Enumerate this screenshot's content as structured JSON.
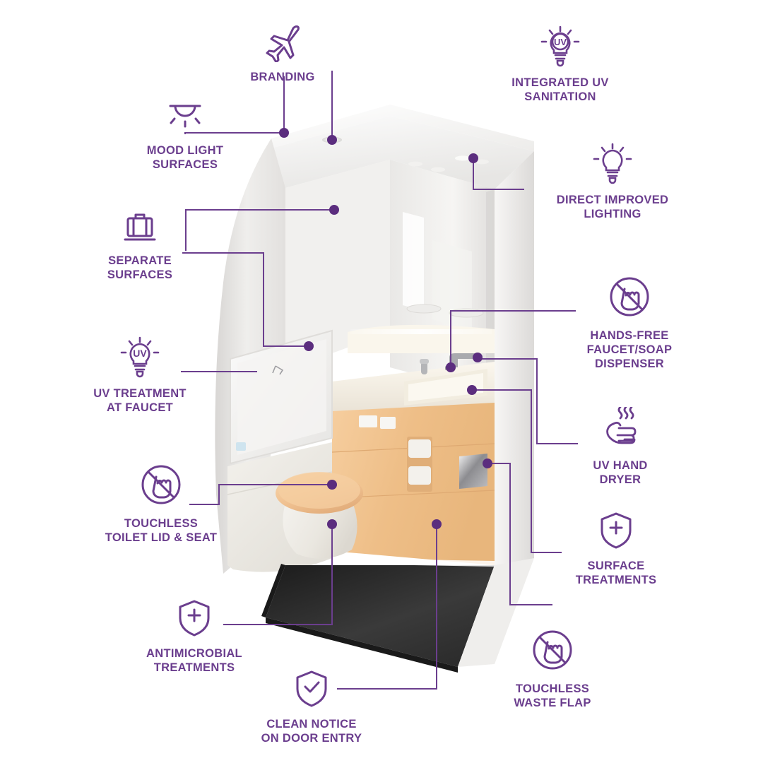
{
  "theme": {
    "accent": "#6B3E8E",
    "line": "#6B3E8E",
    "background": "#FFFFFF",
    "shell_light": "#F2F1F0",
    "shell_mid": "#E4E3E1",
    "shell_shadow": "#D2D0CE",
    "wood": "#F0C08E",
    "floor_dark": "#2B2B2B",
    "seat_tan": "#F3C99A"
  },
  "diagram": {
    "subject": "aircraft-lavatory-3d-render",
    "callouts": [
      {
        "id": "branding",
        "icon": "airplane-icon",
        "label": "BRANDING"
      },
      {
        "id": "integrated-uv",
        "icon": "uv-lightbulb-icon",
        "label": "INTEGRATED UV\nSANITATION"
      },
      {
        "id": "mood-light",
        "icon": "ceiling-light-icon",
        "label": "MOOD LIGHT\nSURFACES"
      },
      {
        "id": "direct-lighting",
        "icon": "lightbulb-icon",
        "label": "DIRECT IMPROVED\nLIGHTING"
      },
      {
        "id": "separate-surfaces",
        "icon": "suitcase-icon",
        "label": "SEPARATE\nSURFACES"
      },
      {
        "id": "hands-free-faucet",
        "icon": "no-touch-hand-icon",
        "label": "HANDS-FREE\nFAUCET/SOAP\nDISPENSER"
      },
      {
        "id": "uv-treatment-faucet",
        "icon": "uv-lightbulb-icon",
        "label": "UV TREATMENT\nAT FAUCET"
      },
      {
        "id": "uv-hand-dryer",
        "icon": "hand-dryer-icon",
        "label": "UV HAND\nDRYER"
      },
      {
        "id": "touchless-toilet",
        "icon": "no-touch-hand-icon",
        "label": "TOUCHLESS\nTOILET LID & SEAT"
      },
      {
        "id": "surface-treatments",
        "icon": "shield-plus-icon",
        "label": "SURFACE\nTREATMENTS"
      },
      {
        "id": "antimicrobial",
        "icon": "shield-plus-icon",
        "label": "ANTIMICROBIAL\nTREATMENTS"
      },
      {
        "id": "clean-notice",
        "icon": "shield-check-icon",
        "label": "CLEAN NOTICE\nON DOOR ENTRY"
      },
      {
        "id": "touchless-waste-flap",
        "icon": "no-touch-hand-icon",
        "label": "TOUCHLESS\nWASTE FLAP"
      }
    ]
  }
}
